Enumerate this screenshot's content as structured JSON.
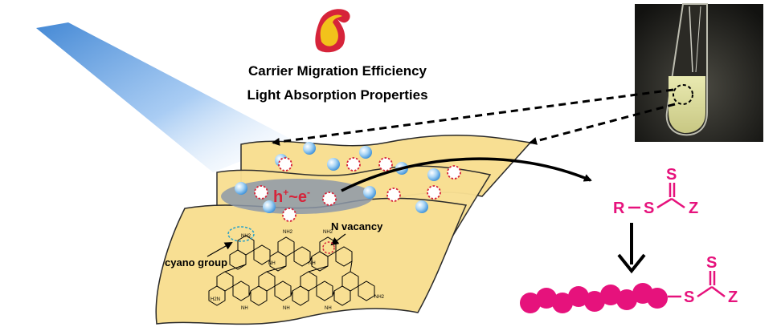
{
  "headline": {
    "line1": "Carrier Migration Efficiency",
    "line2": "Light Absorption Properties"
  },
  "sheet": {
    "carrier_label_main": "h",
    "carrier_label_plus": "+",
    "carrier_label_tilde": "~",
    "carrier_label_e": "e",
    "carrier_label_minus": "-",
    "n_vacancy_label": "N vacancy",
    "cyano_label": "cyano group"
  },
  "structure": {
    "atom_N": "N",
    "amine_NH2": "NH2",
    "amine_H2N": "H2N",
    "bridge_NH": "NH"
  },
  "raft_agent": {
    "R": "R",
    "S1": "S",
    "S_top": "S",
    "Z": "Z"
  },
  "polymer": {
    "S1": "S",
    "S_top": "S",
    "Z": "Z"
  },
  "colors": {
    "magenta": "#e6127c",
    "sheet_fill": "#f8df93",
    "sheet_edge": "#2a2a2a",
    "beam": "#2f7bd0",
    "muscle_red": "#d6243a",
    "muscle_yellow": "#f2c21b"
  },
  "icons": [
    "flexed-arm-icon",
    "test-tube-photo",
    "light-beam"
  ]
}
